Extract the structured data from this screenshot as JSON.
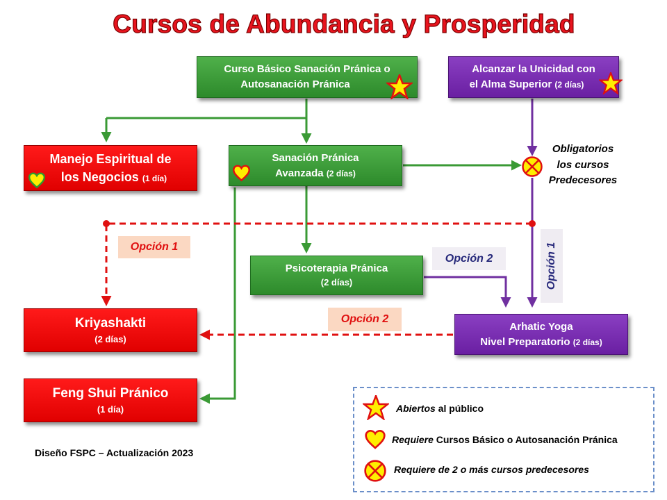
{
  "title": "Cursos de Abundancia y Prosperidad",
  "nodes": {
    "basico": {
      "line1": "Curso Básico Sanación Pránica o",
      "line2": "Autosanación Pránica"
    },
    "unicidad": {
      "line1": "Alcanzar la Unicidad con",
      "line2": "el Alma Superior",
      "days": "(2 días)"
    },
    "manejo": {
      "line1": "Manejo Espiritual de",
      "line2": "los Negocios",
      "days": "(1 día)"
    },
    "avanzada": {
      "line1": "Sanación Pránica",
      "line2": "Avanzada",
      "days": "(2 días)"
    },
    "psicoterapia": {
      "line1": "Psicoterapia Pránica",
      "days": "(2 días)"
    },
    "kriyashakti": {
      "line1": "Kriyashakti",
      "days": "(2 días)"
    },
    "arhatic": {
      "line1": "Arhatic Yoga",
      "line2": "Nivel Preparatorio",
      "days": "(2 días)"
    },
    "fengshui": {
      "line1": "Feng Shui Pránico",
      "days": "(1 día)"
    }
  },
  "annotations": {
    "obligatorios": [
      "Obligatorios",
      "los cursos",
      "Predecesores"
    ],
    "opcion1_left": "Opción 1",
    "opcion1_right": "Opción 1",
    "opcion2_top": "Opción 2",
    "opcion2_mid": "Opción 2"
  },
  "legend": {
    "star_italic": "Abiertos",
    "star_rest": " al público",
    "heart_italic": "Requiere",
    "heart_rest": " Cursos Básico o Autosanación Pránica",
    "cross_text": "Requiere de 2 o más cursos predecesores"
  },
  "footer": "Diseño FSPC – Actualización 2023",
  "colors": {
    "green": "#2e8b2e",
    "purple": "#7030a0",
    "red": "#ff0000",
    "dash_red": "#e01010"
  },
  "icons": [
    "star-icon",
    "heart-icon",
    "cross-circle-icon"
  ]
}
